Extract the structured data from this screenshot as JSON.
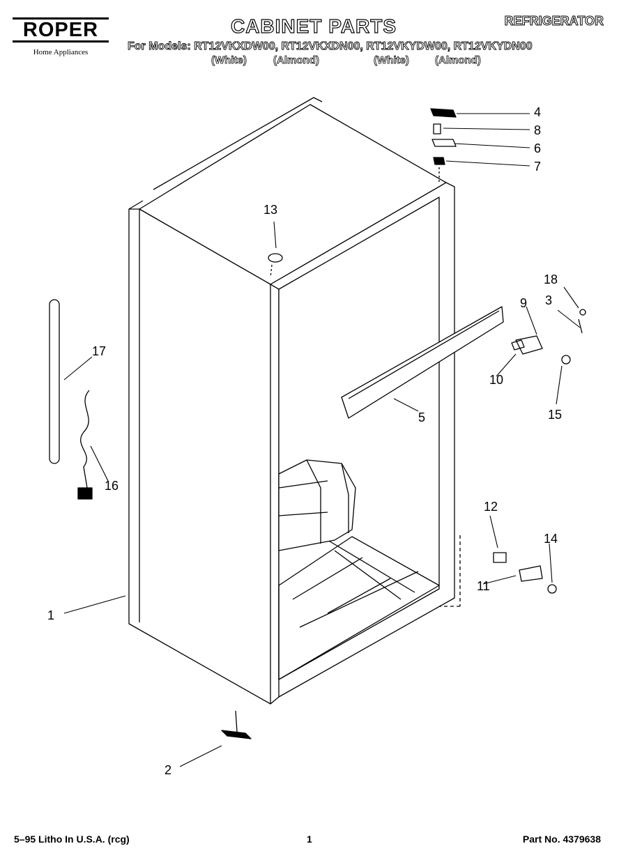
{
  "header": {
    "brand": "ROPER",
    "brand_sub": "Home Appliances",
    "title": "CABINET PARTS",
    "category": "REFRIGERATOR",
    "models_line": "For Models: RT12VKXDW00, RT12VKXDN00, RT12VKYDW00, RT12VKYDN00",
    "variants": [
      "(White)",
      "(Almond)",
      "(White)",
      "(Almond)"
    ]
  },
  "callouts": [
    "4",
    "8",
    "6",
    "7",
    "13",
    "18",
    "3",
    "9",
    "17",
    "10",
    "5",
    "15",
    "16",
    "12",
    "14",
    "11",
    "1",
    "2"
  ],
  "footer": {
    "left": "5–95 Litho In U.S.A. (rcg)",
    "page": "1",
    "part_no": "Part No. 4379638"
  }
}
